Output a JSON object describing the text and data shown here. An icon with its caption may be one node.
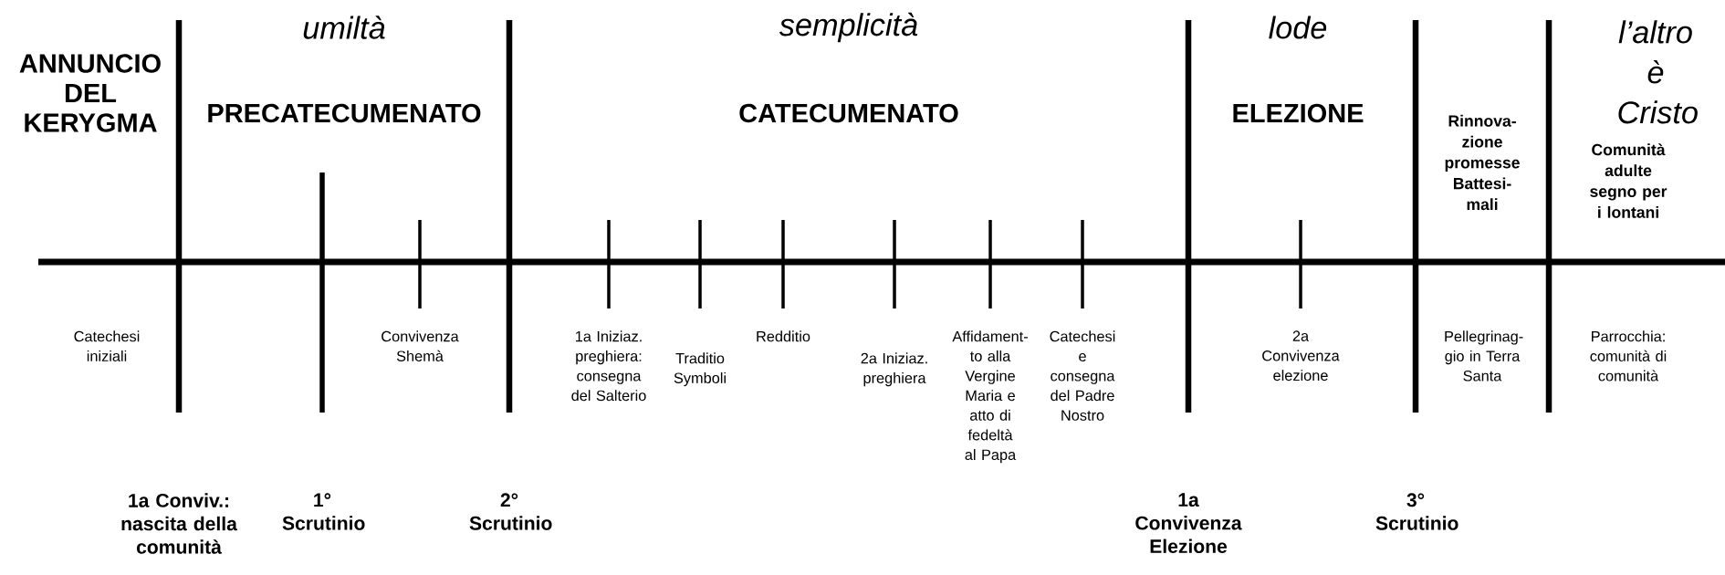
{
  "diagram": {
    "labels": [
      "ANNUNCIO DEL KERYGMA",
      "umiltà",
      "PRECATECUMENATO",
      "semplicità",
      "CATECUMENATO",
      "lode",
      "ELEZIONE",
      "Rinnova- zione promesse Battesi- mali",
      "l’altro è Cristo",
      "Comunità adulte segno per i lontani",
      "Catechesi iniziali",
      "Convivenza Shemà",
      "1a Iniziaz. preghiera: consegna del Salterio",
      "Traditio Symboli",
      "Redditio",
      "2a Iniziaz. preghiera",
      "Affidament- to alla Vergine Maria e atto di fedeltà al Papa",
      "Catechesi e consegna del Padre Nostro",
      "2a Convivenza elezione",
      "Pellegrinag- gio in Terra Santa",
      "Parrocchia: comunità di comunità",
      "1a Conviv.: nascita della comunità",
      "1° Scrutinio",
      "2° Scrutinio",
      "1a Convivenza Elezione",
      "3° Scrutinio"
    ]
  }
}
